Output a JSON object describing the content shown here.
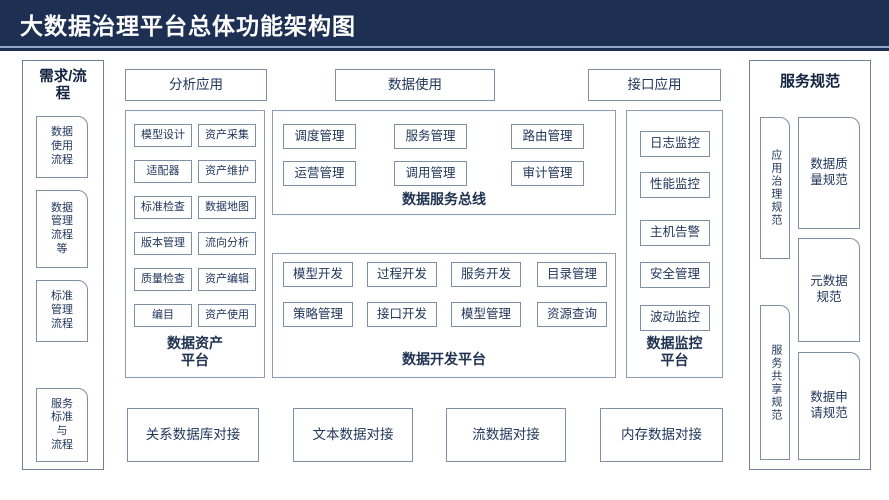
{
  "header": {
    "title": "大数据治理平台总体功能架构图",
    "bg_color": "#1d3053",
    "text_color": "#ffffff",
    "rule_color": "#8fa6c4"
  },
  "left_panel": {
    "title": "需求/流\n程",
    "title_line1": "需求/流",
    "title_line2": "程",
    "items": [
      {
        "label": "数据\n使用\n流程"
      },
      {
        "label": "数据\n管理\n流程\n等"
      },
      {
        "label": "标准\n管理\n流程"
      },
      {
        "label": "服务\n标准\n与\n流程"
      }
    ]
  },
  "top_row": [
    {
      "label": "分析应用"
    },
    {
      "label": "数据使用"
    },
    {
      "label": "接口应用"
    }
  ],
  "asset_platform": {
    "label": "数据资产\n平台",
    "label_line1": "数据资产",
    "label_line2": "平台",
    "items": [
      "模型设计",
      "资产采集",
      "适配器",
      "资产维护",
      "标准检查",
      "数据地图",
      "版本管理",
      "流向分析",
      "质量检查",
      "资产编辑",
      "编目",
      "资产使用"
    ]
  },
  "service_bus": {
    "label": "数据服务总线",
    "items": [
      "调度管理",
      "服务管理",
      "路由管理",
      "运营管理",
      "调用管理",
      "审计管理"
    ]
  },
  "dev_platform": {
    "label": "数据开发平台",
    "items": [
      "模型开发",
      "过程开发",
      "服务开发",
      "目录管理",
      "策略管理",
      "接口开发",
      "模型管理",
      "资源查询"
    ]
  },
  "monitor_platform": {
    "label": "数据监控\n平台",
    "label_line1": "数据监控",
    "label_line2": "平台",
    "items": [
      "日志监控",
      "性能监控",
      "主机告警",
      "安全管理",
      "波动监控"
    ]
  },
  "right_panel": {
    "title": "服务规范",
    "vertical_items": [
      {
        "label": "应用治理规范"
      },
      {
        "label": "服务共享规范"
      }
    ],
    "horizontal_items": [
      {
        "label": "数据质\n量规范",
        "line1": "数据质",
        "line2": "量规范"
      },
      {
        "label": "元数据\n规范",
        "line1": "元数据",
        "line2": "规范"
      },
      {
        "label": "数据申\n请规范",
        "line1": "数据申",
        "line2": "请规范"
      }
    ]
  },
  "bottom_row": [
    {
      "label": "关系数据库对接"
    },
    {
      "label": "文本数据对接"
    },
    {
      "label": "流数据对接"
    },
    {
      "label": "内存数据对接"
    }
  ],
  "colors": {
    "box_border": "#7f8fa6",
    "panel_border": "#6f8099",
    "text": "#22375c"
  }
}
